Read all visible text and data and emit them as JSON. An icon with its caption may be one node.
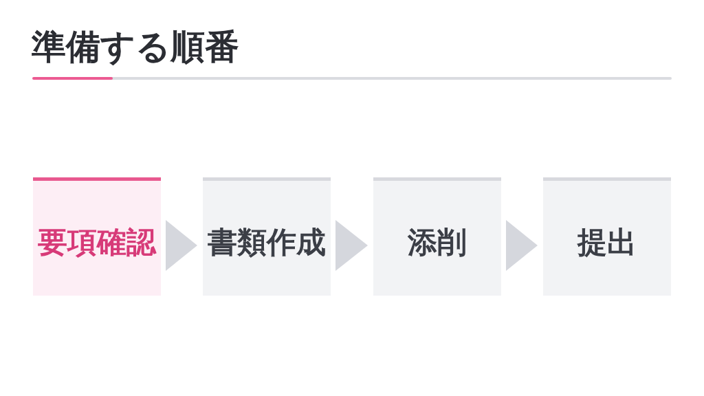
{
  "diagram": {
    "title": "準備する順番",
    "nodes": [
      {
        "text": [
          "要項確認"
        ]
      },
      {
        "text": [
          "書類作成"
        ]
      },
      {
        "text": [
          "添削"
        ]
      },
      {
        "text": [
          "提出"
        ]
      }
    ],
    "edges": [
      {
        "from": 0,
        "to": 1,
        "arrow": "to"
      },
      {
        "from": 1,
        "to": 2,
        "arrow": "to"
      },
      {
        "from": 2,
        "to": 3,
        "arrow": "to"
      }
    ]
  }
}
